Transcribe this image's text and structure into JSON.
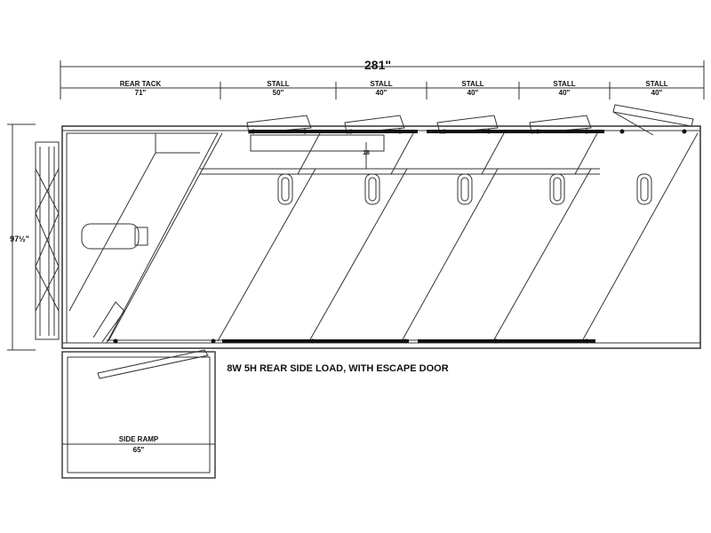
{
  "overall": {
    "length": "281\""
  },
  "sections": [
    {
      "name": "REAR TACK",
      "size": "71\""
    },
    {
      "name": "STALL",
      "size": "50\""
    },
    {
      "name": "STALL",
      "size": "40\""
    },
    {
      "name": "STALL",
      "size": "40\""
    },
    {
      "name": "STALL",
      "size": "40\""
    },
    {
      "name": "STALL",
      "size": "40\""
    }
  ],
  "height_label": "97½\"",
  "inner_dim": "18",
  "caption": "8W 5H REAR SIDE LOAD, WITH ESCAPE DOOR",
  "ramp": {
    "name": "SIDE RAMP",
    "size": "65\""
  }
}
